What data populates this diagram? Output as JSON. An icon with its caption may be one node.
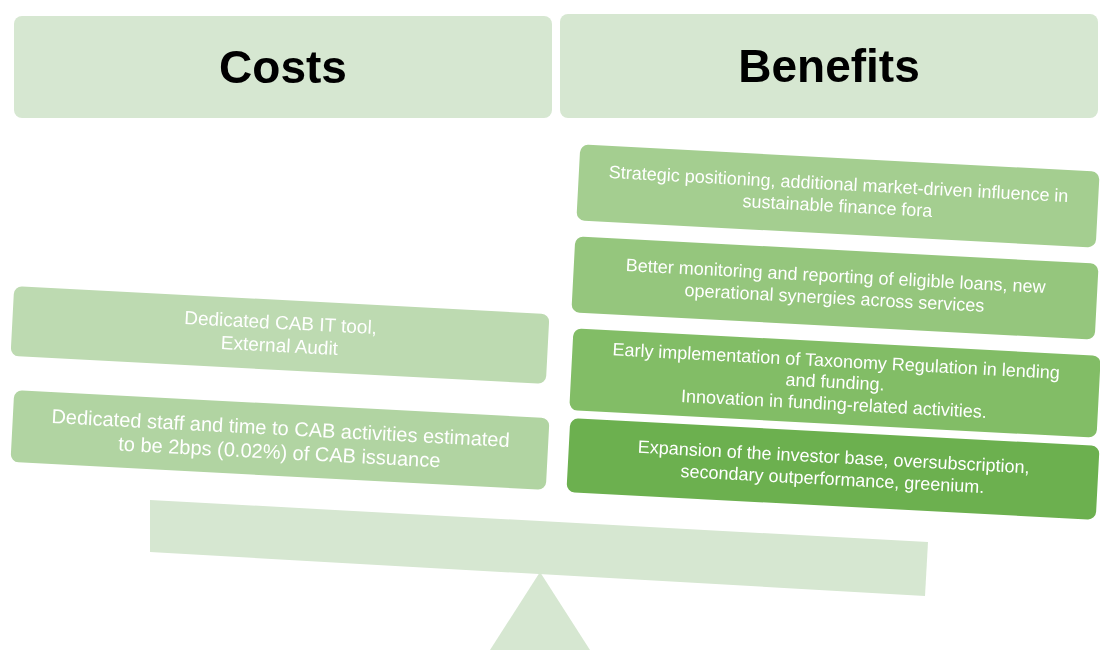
{
  "diagram": {
    "nodes": [
      {
        "text": [
          "Costs"
        ]
      },
      {
        "text": [
          "Benefits"
        ]
      },
      {
        "text": [
          "Dedicated CAB IT tool, External Audit"
        ]
      },
      {
        "text": [
          "Dedicated staff and time to CAB activities estimated to be 2bps (0.02%) of CAB issuance"
        ]
      },
      {
        "text": [
          "Strategic positioning, additional market-driven influence in sustainable finance fora"
        ]
      },
      {
        "text": [
          "Better monitoring and reporting of eligible loans, new operational synergies across services"
        ]
      },
      {
        "text": [
          "Early implementation of Taxonomy Regulation in lending and funding.",
          "Innovation in funding-related activities."
        ]
      },
      {
        "text": [
          "Expansion of the investor base, oversubscription, secondary outperformance, greenium."
        ]
      }
    ]
  }
}
